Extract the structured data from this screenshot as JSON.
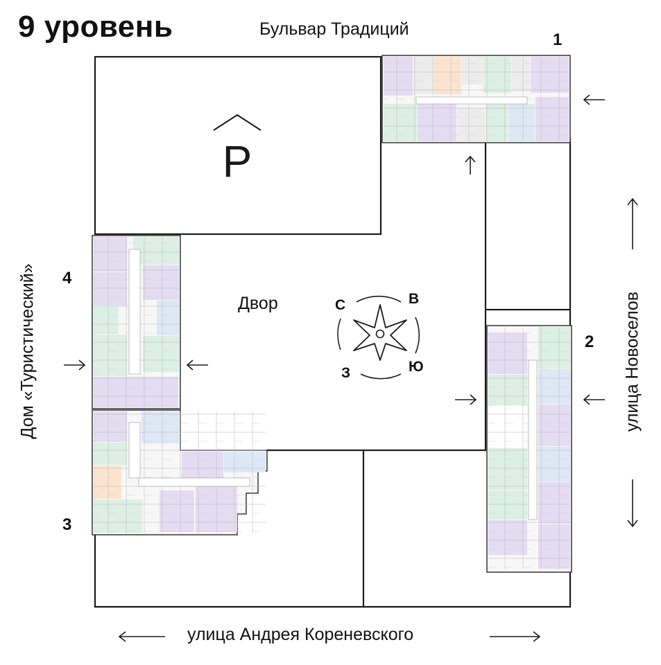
{
  "title": "9 уровень",
  "streets": {
    "top": "Бульвар Традиций",
    "right": "улица Новоселов",
    "bottom": "улица Андрея Кореневского",
    "left": "Дом «Туристический»"
  },
  "sections": [
    "1",
    "2",
    "3",
    "4"
  ],
  "parking_label": "P",
  "courtyard_label": "Двор",
  "compass": {
    "north": "С",
    "east": "В",
    "south": "Ю",
    "west": "З"
  },
  "icons": [
    "entrance-arrow-icon",
    "compass-rose-icon",
    "direction-arrow-icon"
  ],
  "colors": {
    "outline": "#1a1a1a",
    "purple": "#e4dcf2",
    "green": "#dcefe4",
    "blue": "#dde8f5",
    "orange": "#fbe3cf",
    "gray": "#ececec"
  }
}
